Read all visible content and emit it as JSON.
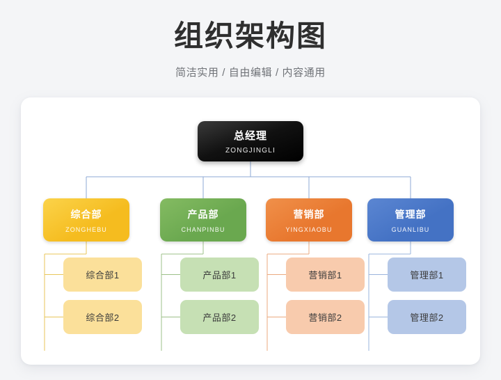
{
  "header": {
    "title": "组织架构图",
    "subtitle": "简洁实用 / 自由编辑 / 内容通用"
  },
  "chart_data": {
    "type": "diagram",
    "diagram_type": "organization-chart",
    "orientation": "top-down",
    "levels": 3,
    "root": {
      "cn": "总经理",
      "en": "ZONGJINGLI",
      "fill": "#111111",
      "text_color": "#ffffff"
    },
    "connector_color_root": "#8ea9d4",
    "departments": [
      {
        "cn": "综合部",
        "en": "ZONGHEBU",
        "fill": "#f5bc1f",
        "fill_light": "#fbd34a",
        "branch_color": "#e8c65a",
        "sub_fill": "#fbe09a",
        "children": [
          {
            "cn": "综合部1"
          },
          {
            "cn": "综合部2"
          }
        ]
      },
      {
        "cn": "产品部",
        "en": "CHANPINBU",
        "fill": "#6aa84f",
        "fill_light": "#84bb62",
        "branch_color": "#9cc089",
        "sub_fill": "#c6e0b4",
        "children": [
          {
            "cn": "产品部1"
          },
          {
            "cn": "产品部2"
          }
        ]
      },
      {
        "cn": "营销部",
        "en": "YINGXIAOBU",
        "fill": "#e8772e",
        "fill_light": "#f0904a",
        "branch_color": "#eba97f",
        "sub_fill": "#f8cbad",
        "children": [
          {
            "cn": "营销部1"
          },
          {
            "cn": "营销部2"
          }
        ]
      },
      {
        "cn": "管理部",
        "en": "GUANLIBU",
        "fill": "#4472c4",
        "fill_light": "#5b86d2",
        "branch_color": "#9ab4dc",
        "sub_fill": "#b4c7e7",
        "children": [
          {
            "cn": "管理部1"
          },
          {
            "cn": "管理部2"
          }
        ]
      }
    ]
  }
}
